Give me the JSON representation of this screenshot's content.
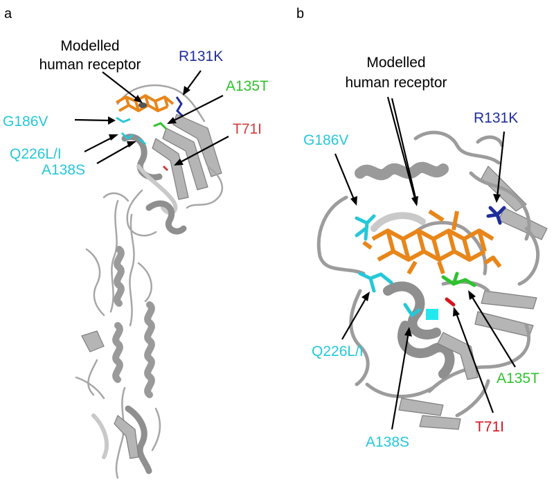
{
  "figure": {
    "panels": [
      {
        "id": "a",
        "label": "a",
        "title": "Modelled\nhuman receptor",
        "title_lines": [
          "Modelled",
          "human receptor"
        ],
        "mutations": [
          {
            "name": "R131K",
            "color": "#1f2d9c"
          },
          {
            "name": "A135T",
            "color": "#2ec22e"
          },
          {
            "name": "G186V",
            "color": "#25c8d8"
          },
          {
            "name": "T71I",
            "color": "#d23b3b"
          },
          {
            "name": "Q226L/I",
            "color": "#25c8d8"
          },
          {
            "name": "A138S",
            "color": "#25c8d8"
          }
        ]
      },
      {
        "id": "b",
        "label": "b",
        "title_lines": [
          "Modelled",
          "human receptor"
        ],
        "mutations": [
          {
            "name": "G186V",
            "color": "#25c8d8"
          },
          {
            "name": "R131K",
            "color": "#1f2d9c"
          },
          {
            "name": "Q226L/I",
            "color": "#25c8d8"
          },
          {
            "name": "A135T",
            "color": "#2ec22e"
          },
          {
            "name": "T71I",
            "color": "#d9141e"
          },
          {
            "name": "A138S",
            "color": "#25c8d8"
          }
        ]
      }
    ],
    "colors": {
      "ligand": "#e8861a",
      "protein": "#a8a8a8",
      "arrow": "#000000"
    }
  }
}
